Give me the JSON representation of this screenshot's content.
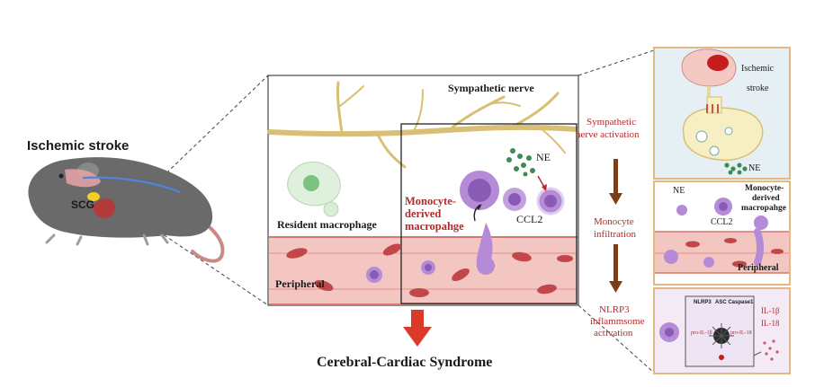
{
  "mouse": {
    "title": "Ischemic stroke",
    "organ_label": "SCG"
  },
  "main_panel": {
    "nerve_label": "Sympathetic nerve",
    "ne_label": "NE",
    "monocyte_label_line1": "Monocyte-",
    "monocyte_label_line2": "derived",
    "monocyte_label_line3": "macropahge",
    "ccl2_label": "CCL2",
    "resident_label": "Resident macrophage",
    "peripheral_label": "Peripheral"
  },
  "bottom_title": "Cerebral-Cardiac Syndrome",
  "steps": {
    "step1_line1": "Sympathetic",
    "step1_line2": "nerve activation",
    "step2_line1": "Monocyte",
    "step2_line2": "infiltration",
    "step3_line1": "NLRP3",
    "step3_line2": "inflammsome",
    "step3_line3": "activation"
  },
  "panel1": {
    "label_line1": "Ischemic",
    "label_line2": "stroke",
    "ne_label": "NE"
  },
  "panel2": {
    "ne_label": "NE",
    "mono_line1": "Monocyte-",
    "mono_line2": "derived",
    "mono_line3": "macropahge",
    "ccl2_label": "CCL2",
    "peripheral_label": "Peripheral"
  },
  "panel3": {
    "nlrp3_label": "NLRP3",
    "asc_label": "ASC Caspase1",
    "il1b_label": "IL-1β",
    "il18_label": "IL-18",
    "pro_il1b": "pro-IL-1β",
    "pro_il18": "pro-IL-18"
  },
  "colors": {
    "nerve": "#d9bf74",
    "vessel": "#f2c4c0",
    "vessel_stripe": "#d87a76",
    "rbc": "#c2474a",
    "monocyte": "#b58ad6",
    "ne_dots": "#3d8a55",
    "arrow_brown": "#7a3e18",
    "arrow_red": "#d93a2a",
    "panel_border": "#e3b882"
  }
}
